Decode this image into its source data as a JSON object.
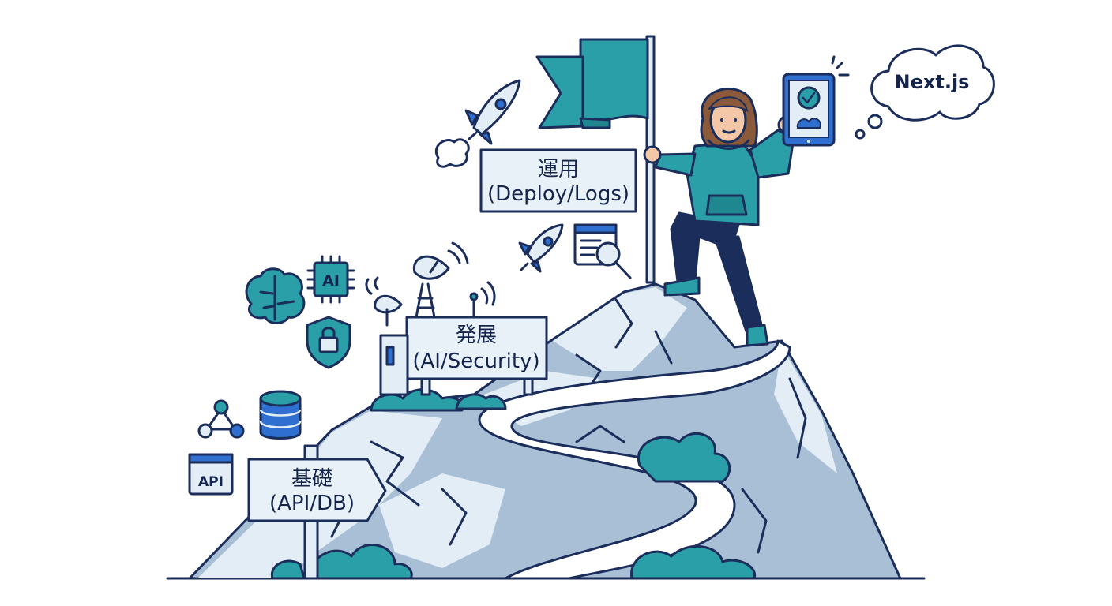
{
  "signs": {
    "foundation": {
      "title": "基礎",
      "subtitle": "(API/DB)"
    },
    "growth": {
      "title": "発展",
      "subtitle": "(AI/Security)"
    },
    "operations": {
      "title": "運用",
      "subtitle": "(Deploy/Logs)"
    }
  },
  "icons": {
    "api_label": "API",
    "ai_chip_label": "AI"
  },
  "thought_bubble": {
    "text": "Next.js"
  },
  "colors": {
    "ink": "#1b2d5b",
    "teal": "#2a9fa8",
    "teal_dark": "#1f8790",
    "rock": "#a9bfd6",
    "rock_light": "#e3edf5",
    "blue": "#2f6fd0",
    "sign_bg": "#e8f1f7"
  }
}
